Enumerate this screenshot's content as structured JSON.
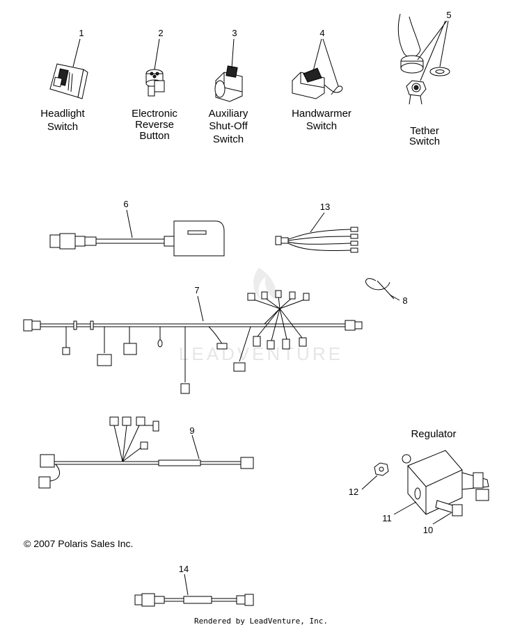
{
  "parts": {
    "p1": {
      "number": "1",
      "label_lines": [
        "Headlight",
        "Switch"
      ]
    },
    "p2": {
      "number": "2",
      "label_lines": [
        "Electronic",
        "Reverse",
        "Button"
      ]
    },
    "p3": {
      "number": "3",
      "label_lines": [
        "Auxiliary",
        "Shut-Off",
        "Switch"
      ]
    },
    "p4": {
      "number": "4",
      "label_lines": [
        "Handwarmer",
        "Switch"
      ]
    },
    "p5": {
      "number": "5",
      "label_lines": [
        "Tether",
        "Switch"
      ]
    },
    "p6": {
      "number": "6"
    },
    "p7": {
      "number": "7"
    },
    "p8": {
      "number": "8"
    },
    "p9": {
      "number": "9"
    },
    "p10": {
      "number": "10"
    },
    "p11": {
      "number": "11"
    },
    "p12": {
      "number": "12"
    },
    "p13": {
      "number": "13"
    },
    "p14": {
      "number": "14"
    }
  },
  "regulator_heading": "Regulator",
  "copyright": "© 2007 Polaris Sales Inc.",
  "watermark": "LEADVENTURE",
  "footer": "Rendered by LeadVenture, Inc."
}
